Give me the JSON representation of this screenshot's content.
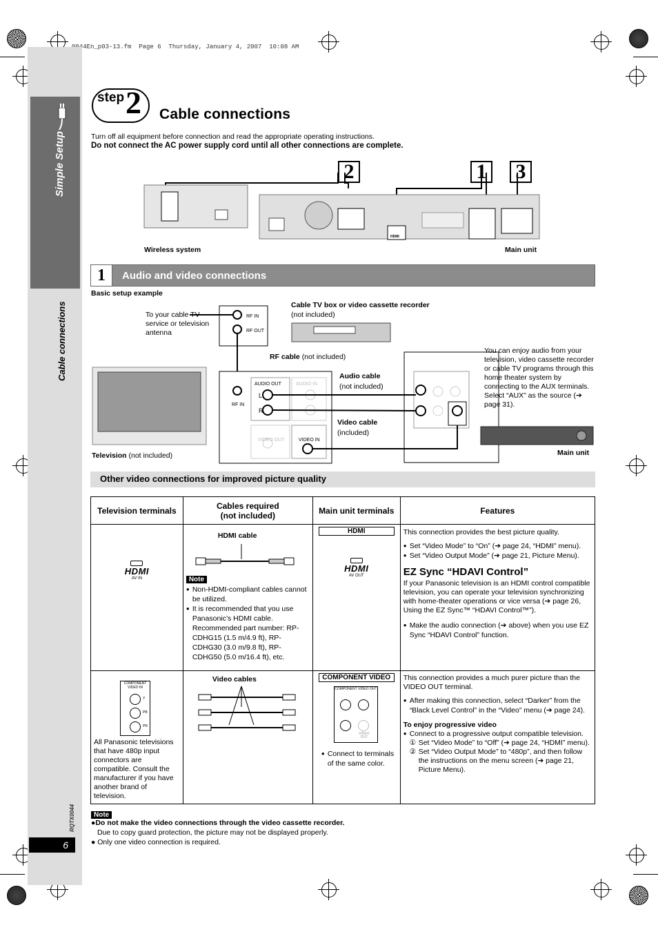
{
  "file_info": "0044En_p03-13.fm  Page 6  Thursday, January 4, 2007  10:08 AM",
  "sidebar": {
    "section": "Simple Setup",
    "topic": "Cable connections",
    "doc_code": "RQTX0044",
    "page_number": "6"
  },
  "header": {
    "step_word": "step",
    "step_number": "2",
    "title": "Cable connections",
    "intro": "Turn off all equipment before connection and read the appropriate operating instructions.",
    "warning": "Do not connect the AC power supply cord until all other connections are complete."
  },
  "overview": {
    "callouts": [
      "2",
      "1",
      "3"
    ],
    "wireless_label": "Wireless system",
    "main_unit_label": "Main unit",
    "hdmi_port": "HDMI"
  },
  "section1": {
    "number": "1",
    "title": "Audio and video connections",
    "basic_example": "Basic setup example",
    "antenna_label": "To your cable TV service or television antenna",
    "rf_in": "RF IN",
    "rf_out": "RF OUT",
    "cable_box_title": "Cable TV box or video cassette recorder",
    "cable_box_sub": "(not included)",
    "rf_cable_bold": "RF cable",
    "rf_cable_rest": "(not included)",
    "audio_cable_bold": "Audio cable",
    "audio_cable_rest": "(not included)",
    "video_cable_bold": "Video cable",
    "video_cable_rest": "(included)",
    "tv_bold": "Television",
    "tv_rest": "(not included)",
    "main_unit": "Main unit",
    "tv_rf_in": "RF IN",
    "audio_out": "AUDIO OUT",
    "audio_in": "AUDIO IN",
    "video_out": "VIDEO OUT",
    "video_in": "VIDEO IN",
    "ch_l": "L",
    "ch_r": "R",
    "aux_info": "You can enjoy audio from your television, video cassette recorder or cable TV programs through this home theater system by connecting to the AUX terminals. Select “AUX” as the source (➔ page 31)."
  },
  "other": {
    "title": "Other video connections for improved picture quality",
    "headers": [
      "Television terminals",
      "Cables required\n(not included)",
      "Main unit terminals",
      "Features"
    ],
    "row1": {
      "tv_terminal": "AV IN",
      "cable_label": "HDMI cable",
      "note_tag": "Note",
      "notes": [
        "Non-HDMI-compliant cables cannot be utilized.",
        "It is recommended that you use Panasonic’s HDMI cable. Recommended part number: RP-CDHG15 (1.5 m/4.9 ft), RP-CDHG30 (3.0 m/9.8 ft), RP-CDHG50 (5.0 m/16.4 ft), etc."
      ],
      "unit_box": "HDMI",
      "unit_terminal": "AV OUT",
      "feature_intro": "This connection provides the best picture quality.",
      "feature_bullets": [
        "Set “Video Mode” to “On” (➔ page 24, “HDMI” menu).",
        "Set “Video Output Mode” (➔ page 21, Picture Menu)."
      ],
      "ez_title": "EZ Sync “HDAVI Control”",
      "ez_text": "If your Panasonic television is an HDMI control compatible television, you can operate your television synchronizing with home-theater operations or vice versa (➔ page 26, Using the EZ Sync™ “HDAVI Control™”).",
      "ez_bullet": "Make the audio connection (➔ above) when you use EZ Sync “HDAVI Control” function."
    },
    "row2": {
      "tv_terminal_title": "COMPONENT VIDEO IN",
      "ports": [
        "Y",
        "PB",
        "PR"
      ],
      "tv_text": "All Panasonic televisions that have 480p input connectors are compatible. Consult the manufacturer if you have another brand of television.",
      "cable_label": "Video cables",
      "unit_box": "COMPONENT VIDEO",
      "unit_title": "COMPONENT VIDEO OUT",
      "unit_video_out": "VIDEO OUT",
      "unit_note": "Connect to terminals of the same color.",
      "feature_intro": "This connection provides a much purer picture than the VIDEO OUT terminal.",
      "feature_bullet": "After making this connection, select “Darker” from the “Black Level Control” in the “Video” menu (➔ page 24).",
      "prog_title": "To enjoy progressive video",
      "prog_bullet": "Connect to a progressive output compatible television.",
      "prog_steps": [
        "Set “Video Mode” to “Off” (➔ page 24, “HDMI” menu).",
        "Set “Video Output Mode” to “480p”, and then follow the instructions on the menu screen (➔ page 21, Picture Menu)."
      ],
      "step_marks": [
        "①",
        "②"
      ]
    }
  },
  "footer": {
    "note_tag": "Note",
    "note1": "Do not make the video connections through the video cassette recorder.",
    "note1_sub": "Due to copy guard protection, the picture may not be displayed properly.",
    "note2": "Only one video connection is required."
  }
}
